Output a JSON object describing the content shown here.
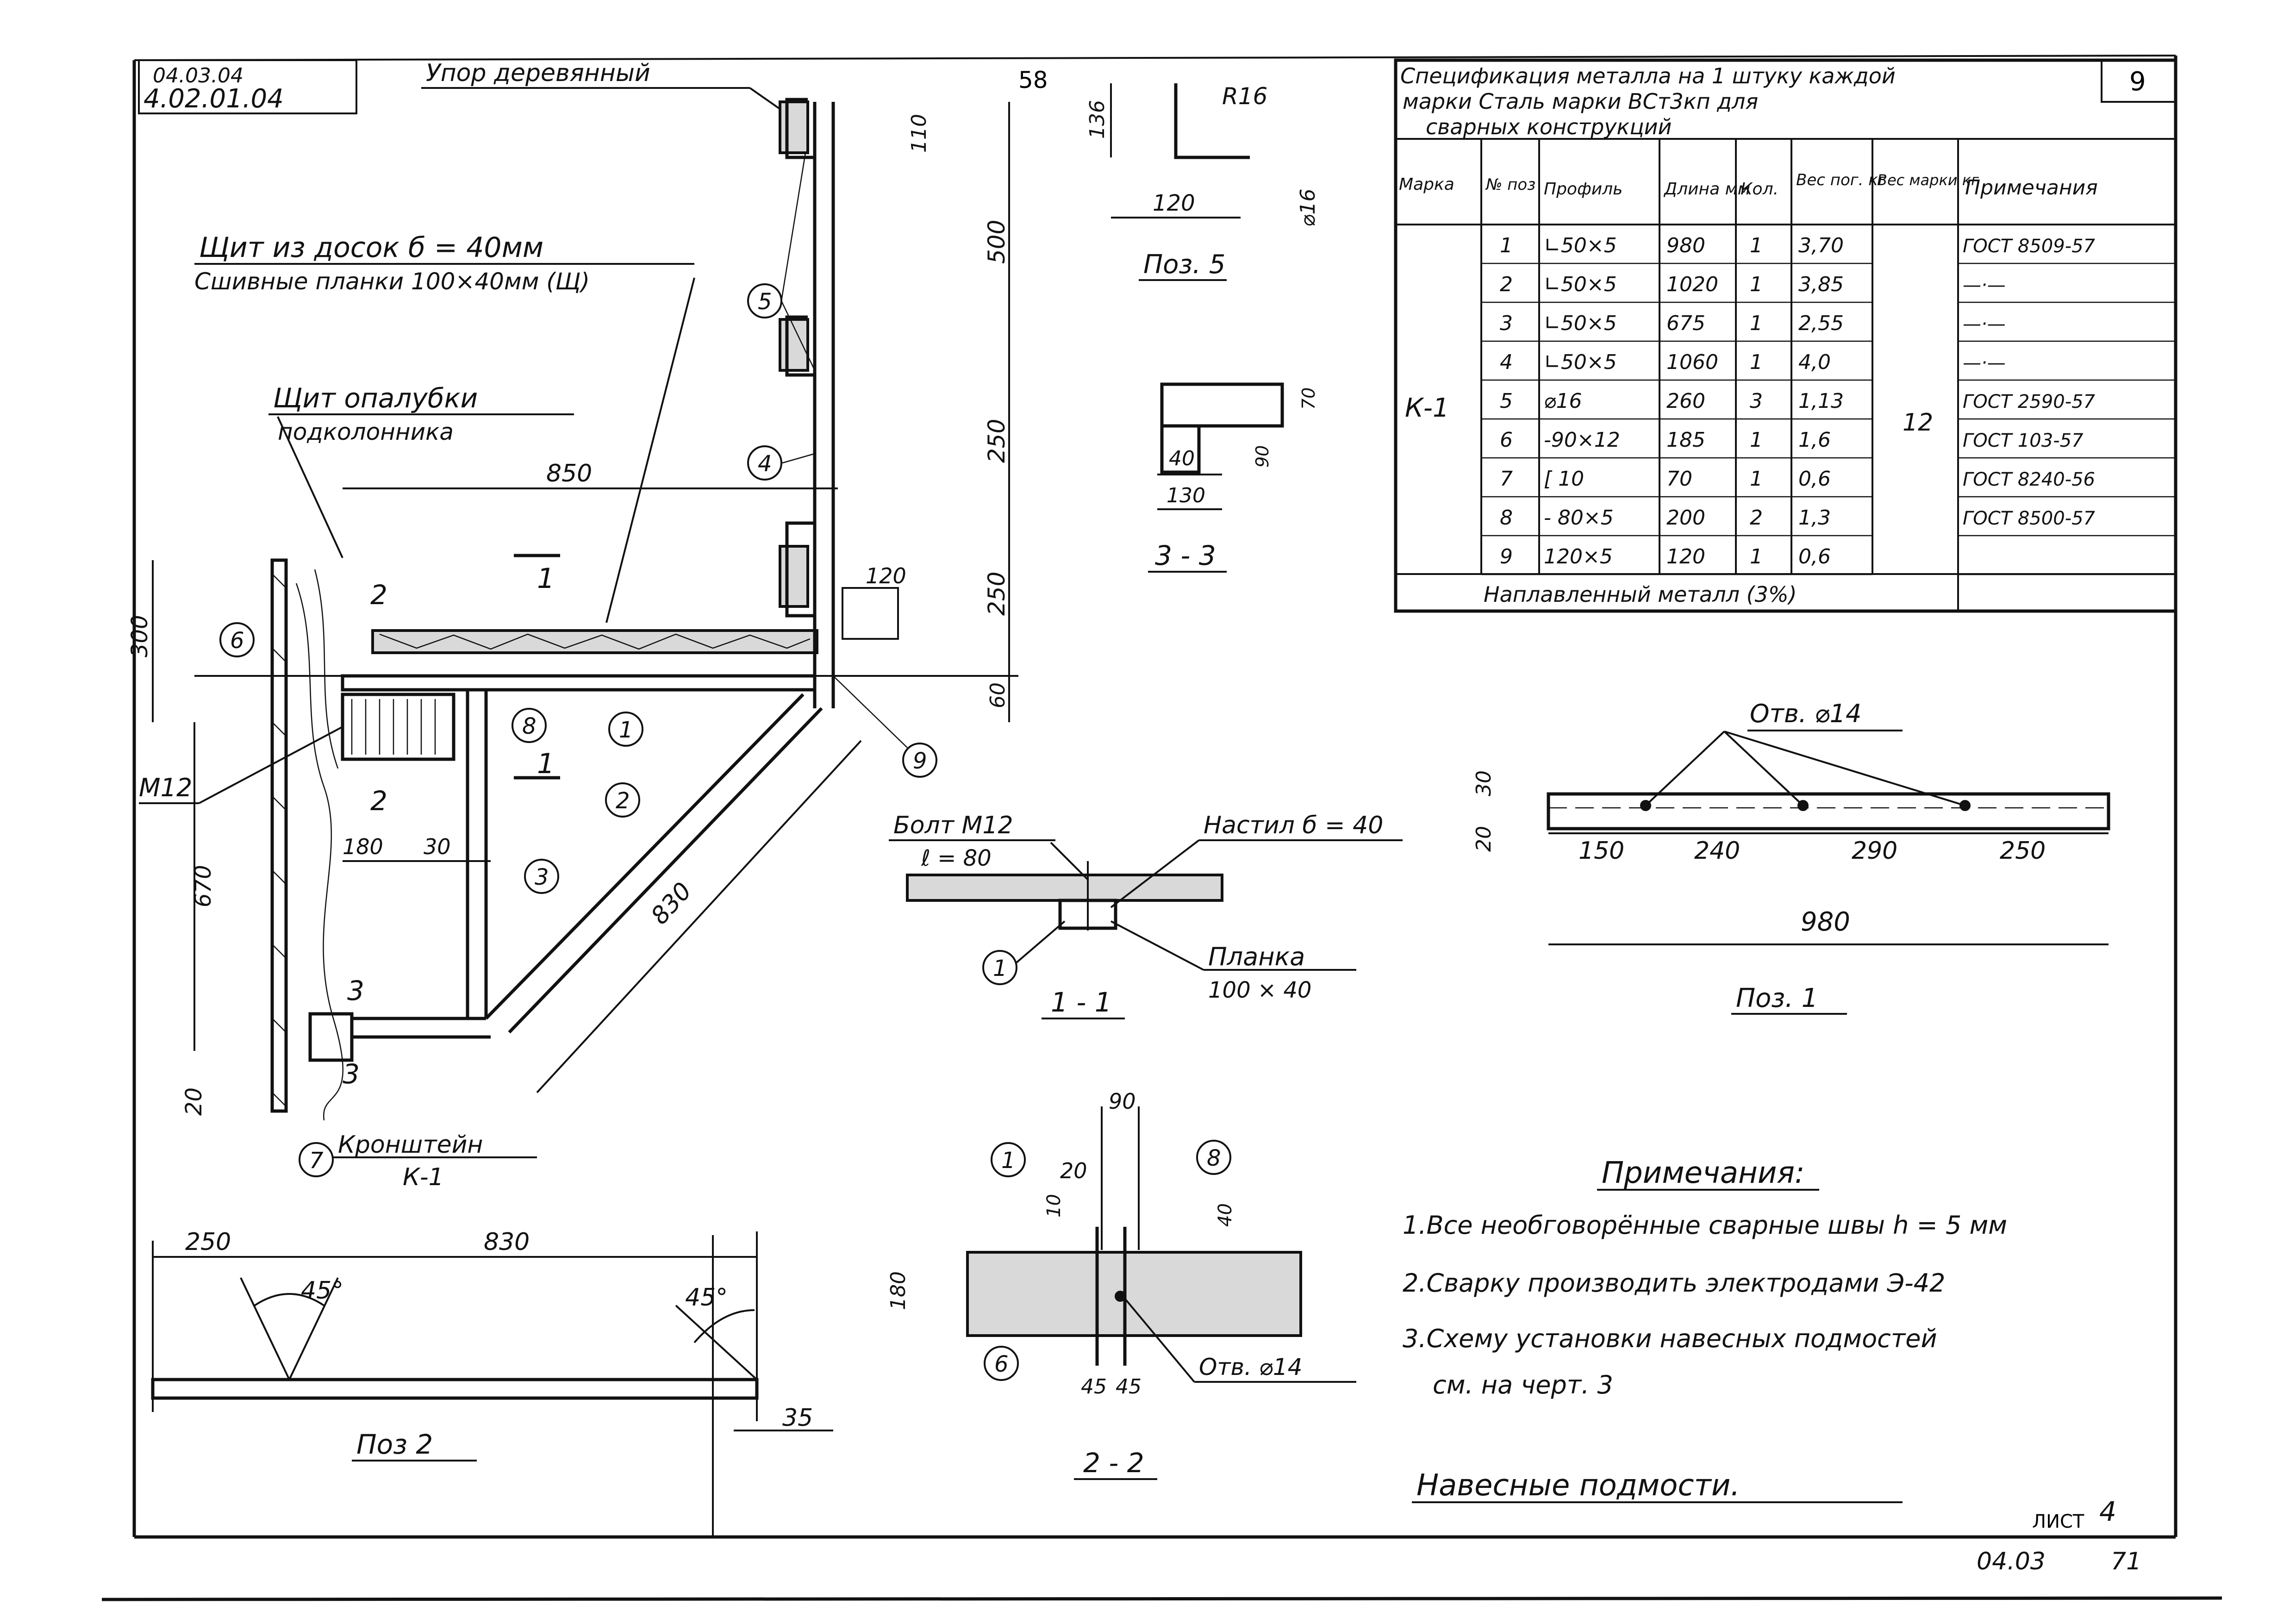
{
  "stamp": {
    "line1": "04.03.04",
    "line2": "4.02.01.04"
  },
  "page_number": "58",
  "sheet_index": "9",
  "labels": {
    "wood_stop": "Упор деревянный",
    "shield_line1": "Щит из досок  б = 40мм",
    "shield_line2": "Сшивные планки 100×40мм (Щ)",
    "formwork_line1": "Щит опалубки",
    "formwork_line2": "подколонника",
    "bracket_line1": "Кронштейн",
    "bracket_line2": "К-1",
    "bolt_line1": "Болт М12",
    "bolt_line2": "ℓ = 80",
    "deck": "Настил б = 40",
    "plank_line1": "Планка",
    "plank_line2": "100 × 40",
    "hole": "Отв. ⌀14",
    "m12": "М12"
  },
  "dims": {
    "d850": "850",
    "d300": "300",
    "d670": "670",
    "d20": "20",
    "d180": "180",
    "d30": "30",
    "d830": "830",
    "d120": "120",
    "d110": "110",
    "d500": "500",
    "d250a": "250",
    "d250b": "250",
    "d60": "60"
  },
  "callouts": [
    "1",
    "2",
    "3",
    "4",
    "5",
    "6",
    "7",
    "8",
    "9"
  ],
  "section_marks": {
    "s1": "1",
    "s2": "2",
    "s3": "3"
  },
  "views": {
    "pos5": {
      "title": "Поз. 5",
      "d136": "136",
      "d120": "120",
      "r": "R16",
      "dia": "⌀16"
    },
    "sec33": {
      "title": "3 - 3",
      "d70": "70",
      "d40": "40",
      "d130": "130",
      "d90": "90"
    },
    "sec11": {
      "title": "1 - 1"
    },
    "sec22": {
      "title": "2 - 2",
      "d90": "90",
      "d20": "20",
      "d10": "10",
      "d180": "180",
      "d45a": "45",
      "d45b": "45",
      "d40": "40"
    },
    "pos1": {
      "title": "Поз. 1",
      "d30": "30",
      "d20": "20",
      "d150": "150",
      "d240": "240",
      "d290": "290",
      "d250": "250",
      "d980": "980"
    },
    "pos2": {
      "title": "Поз 2",
      "d250": "250",
      "d830": "830",
      "a1": "45°",
      "a2": "45°",
      "d35": "35"
    }
  },
  "spec": {
    "title_line1": "Спецификация металла на 1 штуку каждой",
    "title_line2": "марки Сталь марки ВСт3кп для",
    "title_line3": "сварных конструкций",
    "headers": [
      "Марка",
      "№ поз",
      "Профиль",
      "Длина мм",
      "Кол.",
      "Вес пог. кг",
      "Вес марки кг",
      "Примечания"
    ],
    "mark": "К-1",
    "mark_weight": "12",
    "rows": [
      {
        "pos": "1",
        "profile": "∟50×5",
        "length": "980",
        "qty": "1",
        "weight": "3,70",
        "note": "ГОСТ 8509-57"
      },
      {
        "pos": "2",
        "profile": "∟50×5",
        "length": "1020",
        "qty": "1",
        "weight": "3,85",
        "note": "—·—"
      },
      {
        "pos": "3",
        "profile": "∟50×5",
        "length": "675",
        "qty": "1",
        "weight": "2,55",
        "note": "—·—"
      },
      {
        "pos": "4",
        "profile": "∟50×5",
        "length": "1060",
        "qty": "1",
        "weight": "4,0",
        "note": "—·—"
      },
      {
        "pos": "5",
        "profile": "⌀16",
        "length": "260",
        "qty": "3",
        "weight": "1,13",
        "note": "ГОСТ 2590-57"
      },
      {
        "pos": "6",
        "profile": "-90×12",
        "length": "185",
        "qty": "1",
        "weight": "1,6",
        "note": "ГОСТ 103-57"
      },
      {
        "pos": "7",
        "profile": "[ 10",
        "length": "70",
        "qty": "1",
        "weight": "0,6",
        "note": "ГОСТ 8240-56"
      },
      {
        "pos": "8",
        "profile": "- 80×5",
        "length": "200",
        "qty": "2",
        "weight": "1,3",
        "note": "ГОСТ 8500-57"
      },
      {
        "pos": "9",
        "profile": "120×5",
        "length": "120",
        "qty": "1",
        "weight": "0,6",
        "note": ""
      }
    ],
    "footer": "Наплавленный металл (3%)"
  },
  "notes": {
    "title": "Примечания:",
    "items": [
      "1.Все необговорённые сварные швы h = 5 мм",
      "2.Сварку производить электродами Э-42",
      "3.Схему установки навесных подмостей",
      "см. на черт. 3"
    ]
  },
  "drawing_title": "Навесные подмости.",
  "sheet": {
    "label": "ЛИСТ",
    "number": "4",
    "code": "04.03",
    "page": "71"
  }
}
